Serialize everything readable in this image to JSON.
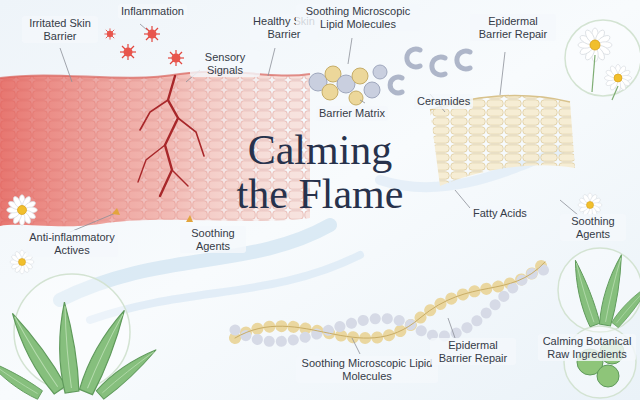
{
  "diagram": {
    "title": "Calming the Flame",
    "labels": [
      "Irritated Skin Barrier",
      "Inflammation",
      "Sensory Signals",
      "Healthy Skin Barrier",
      "Soothing Microscopic Lipid Molecules",
      "Epidermal Barrier Repair",
      "Barrier Matrix",
      "Ceramides",
      "Fatty Acids",
      "Anti-inflammatory Actives",
      "Soothing Agents",
      "Soothing Agents",
      "Soothing Microscopic Lipid Molecules",
      "Epidermal Barrier Repair",
      "Calming Botanical Raw Ingredients"
    ]
  }
}
